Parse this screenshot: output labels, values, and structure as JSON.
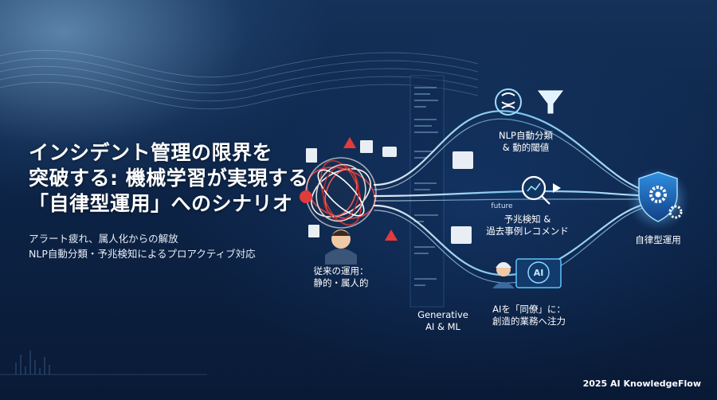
{
  "title": {
    "line1": "インシデント管理の限界を",
    "line2": "突破する: 機械学習が実現する",
    "line3": "「自律型運用」へのシナリオ"
  },
  "subtitle": {
    "line1": "アラート疲れ、属人化からの解放",
    "line2": "NLP自動分類・予兆検知によるプロアクティブ対応"
  },
  "diagram": {
    "legacy_label": {
      "line1": "従来の運用：",
      "line2": "静的・属人的"
    },
    "engine_label": {
      "line1": "Generative",
      "line2": "AI & ML"
    },
    "nlp_label": {
      "line1": "NLP自動分類",
      "line2": "& 動的閾値"
    },
    "future_tag": "future",
    "predict_label": {
      "line1": "予兆検知 &",
      "line2": "過去事例レコメンド"
    },
    "ai_badge": "AI",
    "coworker_label": {
      "line1": "AIを「同僚」に：",
      "line2": "創造的業務へ注力"
    },
    "goal_label": "自律型運用"
  },
  "colors": {
    "accent": "#59c8ff",
    "alert": "#e23b3b"
  },
  "footer": {
    "copyright": "2025 AI KnowledgeFlow"
  }
}
